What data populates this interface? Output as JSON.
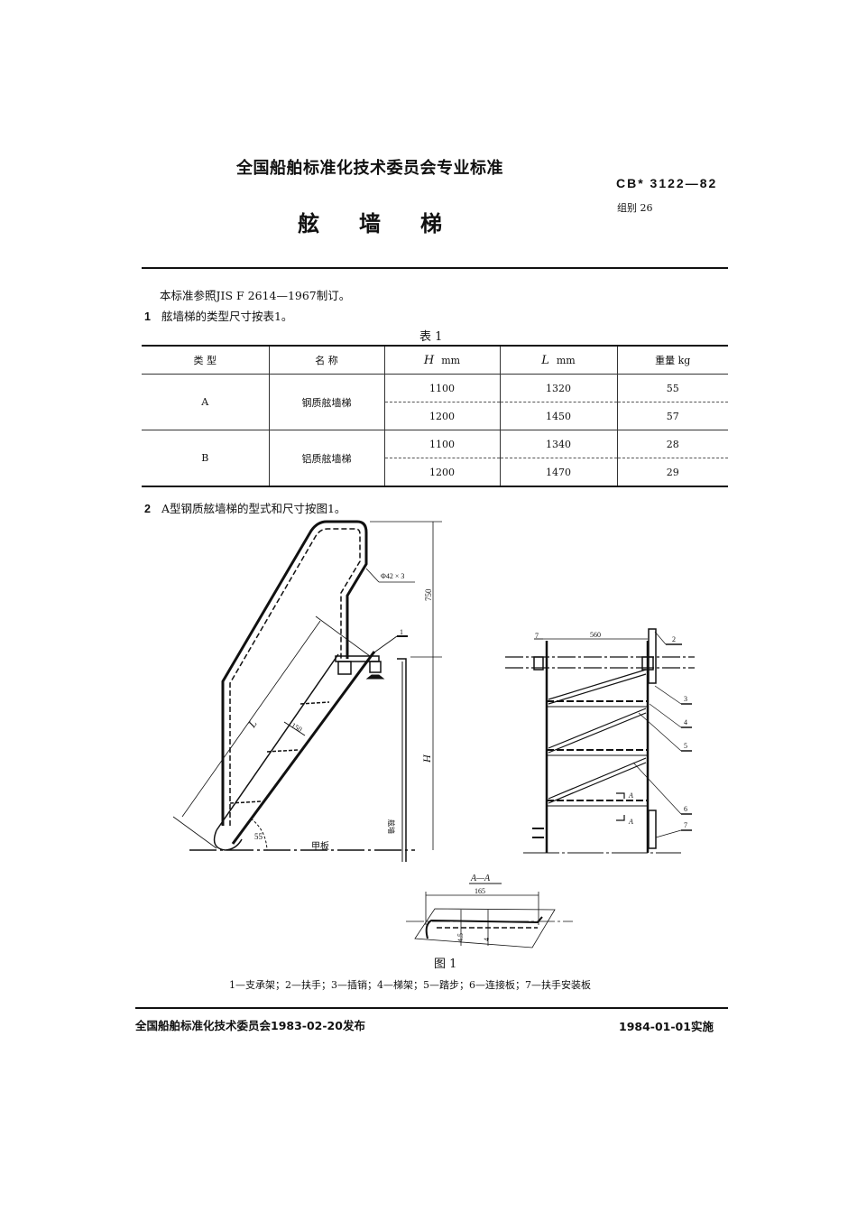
{
  "header": {
    "organization": "全国船舶标准化技术委员会专业标准",
    "standard_code": "CB* 3122—82",
    "group": "组别 26",
    "title_chars": [
      "舷",
      "墙",
      "梯"
    ]
  },
  "body": {
    "reference": "本标准参照JIS F 2614—1967制订。",
    "clause1": {
      "num": "1",
      "text": "舷墙梯的类型尺寸按表1。"
    },
    "table_caption": "表 1",
    "clause2": {
      "num": "2",
      "text": "A型钢质舷墙梯的型式和尺寸按图1。"
    }
  },
  "table": {
    "headers": {
      "type": "类 型",
      "name": "名 称",
      "h_sym": "H",
      "h_unit": "mm",
      "l_sym": "L",
      "l_unit": "mm",
      "weight": "重量  kg"
    },
    "groups": [
      {
        "type": "A",
        "name": "钢质舷墙梯",
        "rows": [
          {
            "H": "1100",
            "L": "1320",
            "weight": "55"
          },
          {
            "H": "1200",
            "L": "1450",
            "weight": "57"
          }
        ]
      },
      {
        "type": "B",
        "name": "铝质舷墙梯",
        "rows": [
          {
            "H": "1100",
            "L": "1340",
            "weight": "28"
          },
          {
            "H": "1200",
            "L": "1470",
            "weight": "29"
          }
        ]
      }
    ]
  },
  "figure": {
    "side_view": {
      "pipe_spec": "Φ42 × 3",
      "dim_750": "750",
      "dim_L": "L",
      "dim_H": "H",
      "dim_150": "150",
      "angle": "55",
      "deck_label": "甲板",
      "bulwark_label": "舷墙",
      "part_1": "1"
    },
    "front_view": {
      "width": "560",
      "parts": [
        "7",
        "2",
        "3",
        "4",
        "5",
        "6",
        "7"
      ],
      "section_mark": "A"
    },
    "section": {
      "title": "A—A",
      "width": "165",
      "dim_a": "4.5",
      "dim_b": "4"
    },
    "caption": "图 1",
    "legend": "1—支承架；2—扶手；3—插销；4—梯架；5—踏步；6—连接板；7—扶手安装板"
  },
  "footer": {
    "published": "全国船舶标准化技术委员会1983-02-20发布",
    "effective": "1984-01-01实施"
  }
}
